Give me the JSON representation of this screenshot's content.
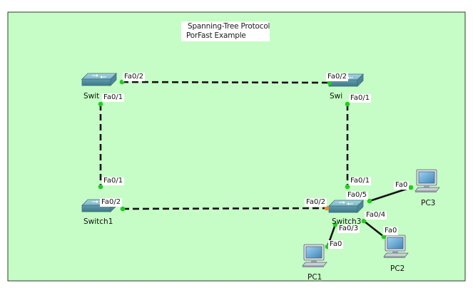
{
  "note": {
    "line1": "Spanning-Tree Protocol",
    "line2": "PorFast  Example"
  },
  "devices": {
    "switch0": {
      "label": "Swit",
      "icon": "switch-icon"
    },
    "switch2": {
      "label": "Swi",
      "icon": "switch-icon"
    },
    "switch1": {
      "label": "Switch1",
      "icon": "switch-icon"
    },
    "switch3": {
      "label": "Switch3",
      "icon": "switch-icon"
    },
    "pc1": {
      "label": "PC1",
      "icon": "pc-icon"
    },
    "pc2": {
      "label": "PC2",
      "icon": "pc-icon"
    },
    "pc3": {
      "label": "PC3",
      "icon": "pc-icon"
    }
  },
  "ports": {
    "sw0_fa02": "Fa0/2",
    "sw0_fa01": "Fa0/1",
    "sw2_fa02": "Fa0/2",
    "sw2_fa01": "Fa0/1",
    "sw1_fa01": "Fa0/1",
    "sw1_fa02": "Fa0/2",
    "sw3_fa01": "Fa0/1",
    "sw3_fa02": "Fa0/2",
    "sw3_fa05": "Fa0/5",
    "sw3_fa04": "Fa0/4",
    "sw3_fa03": "Fa0/3",
    "pc3_fa0": "Fa0",
    "pc2_fa0": "Fa0",
    "pc1_fa0": "Fa0"
  },
  "colors": {
    "workspace": "#c6fcc6",
    "link": "#111111",
    "port_up": "#22cc22",
    "port_blocking": "#f08a2c",
    "switch_body": "#5f9cad"
  }
}
